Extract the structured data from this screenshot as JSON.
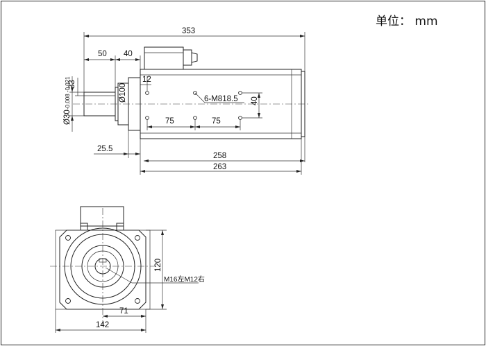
{
  "unit_label": "单位： mm",
  "side_view": {
    "dims": {
      "overall_length": "353",
      "shaft_length": "50",
      "flange_width": "40",
      "hole_offset": "12",
      "shaft_dia_nominal": "Ø30",
      "shaft_dia_tol": "-0.008 -0.021",
      "shaft_key_height": "33",
      "pilot_dia": "Ø100",
      "flange_thickness": "25.5",
      "body_length": "258",
      "body_total": "263",
      "mount_thread": "6-M8",
      "thread_depth": "18.5",
      "hole_spacing_1": "75",
      "hole_spacing_2": "75",
      "hole_row_gap": "40"
    }
  },
  "front_view": {
    "dims": {
      "height": "120",
      "width": "142",
      "center_offset": "71",
      "shaft_thread": "M16左M12右"
    }
  }
}
